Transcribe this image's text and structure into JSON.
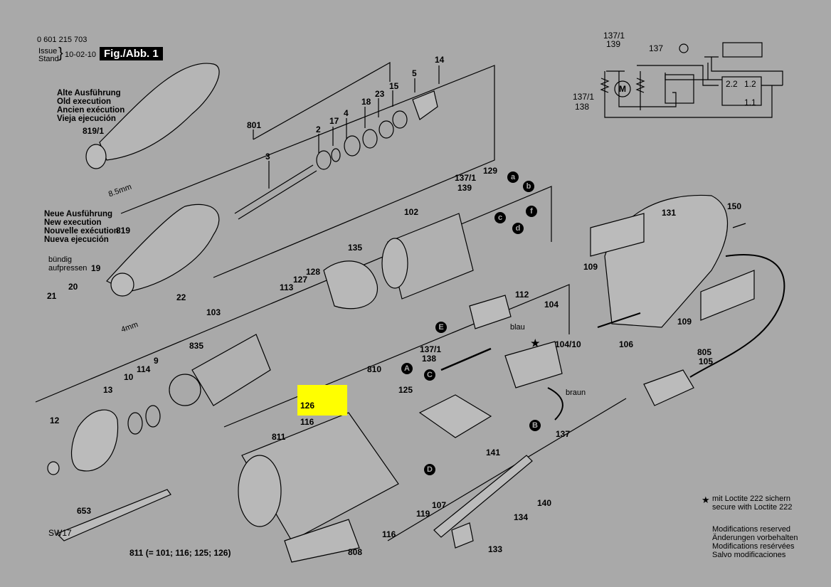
{
  "header": {
    "part_number": "0 601 215 703",
    "issue_label": "Issue",
    "stand_label": "Stand",
    "date": "10-02-10",
    "figure_label": "Fig./Abb. 1"
  },
  "old_execution": [
    "Alte Ausführung",
    "Old execution",
    "Ancien exécution",
    "Vieja ejecución"
  ],
  "new_execution": [
    "Neue Ausführung",
    "New execution",
    "Nouvelle exécution",
    "Nueva ejecución"
  ],
  "press_note": [
    "bündig",
    "aufpressen"
  ],
  "part_labels": [
    "801",
    "3",
    "2",
    "17",
    "4",
    "18",
    "23",
    "15",
    "5",
    "14",
    "819/1",
    "8.5mm",
    "819",
    "19",
    "21",
    "20",
    "22",
    "4mm",
    "137/1",
    "139",
    "129",
    "102",
    "135",
    "128",
    "127",
    "113",
    "103",
    "835",
    "13",
    "10",
    "114",
    "9",
    "12",
    "653",
    "SW17",
    "811 (= 101; 116; 125; 126)",
    "126",
    "810",
    "125",
    "116",
    "811",
    "141",
    "107",
    "119",
    "116",
    "808",
    "140",
    "134",
    "133",
    "112",
    "blau",
    "104",
    "104/10",
    "137/1",
    "138",
    "braun",
    "137",
    "131",
    "150",
    "109",
    "109",
    "106",
    "805",
    "105",
    "137/1",
    "139",
    "137",
    "137/1",
    "138",
    "M",
    "2.2",
    "1.2",
    "1.1"
  ],
  "callouts": [
    "a",
    "b",
    "c",
    "f",
    "d",
    "A",
    "C",
    "E",
    "B",
    "D"
  ],
  "notes": {
    "star": "★",
    "loctite": [
      "mit Loctite 222 sichern",
      "secure with Loctite 222"
    ],
    "modifications": [
      "Modifications reserved",
      "Änderungen vorbehalten",
      "Modifications resérvées",
      "Salvo modificaciones"
    ]
  },
  "highlight_color": "#ffff00"
}
